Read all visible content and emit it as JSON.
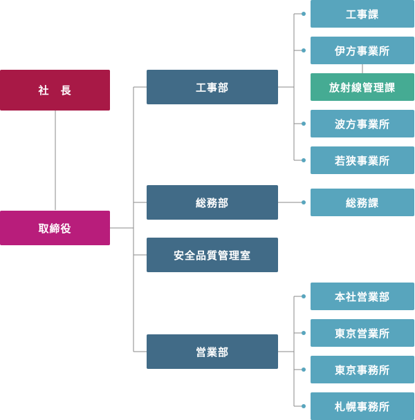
{
  "colors": {
    "president": "#a81946",
    "director": "#b81d7b",
    "department": "#416b87",
    "section": "#58a5bd",
    "radiation_section": "#45ab93",
    "line": "#8a8a8a",
    "dot": "#58a5bd"
  },
  "president": "社　長",
  "director": "取締役",
  "departments": {
    "construction": {
      "label": "工事部",
      "sections": [
        "工事課",
        "伊方事業所",
        "放射線管理課",
        "波方事業所",
        "若狭事業所"
      ]
    },
    "general_affairs": {
      "label": "総務部",
      "sections": [
        "総務課"
      ]
    },
    "quality": {
      "label": "安全品質管理室"
    },
    "sales": {
      "label": "営業部",
      "sections": [
        "本社営業部",
        "東京営業所",
        "東京事務所",
        "札幌事務所"
      ]
    }
  }
}
